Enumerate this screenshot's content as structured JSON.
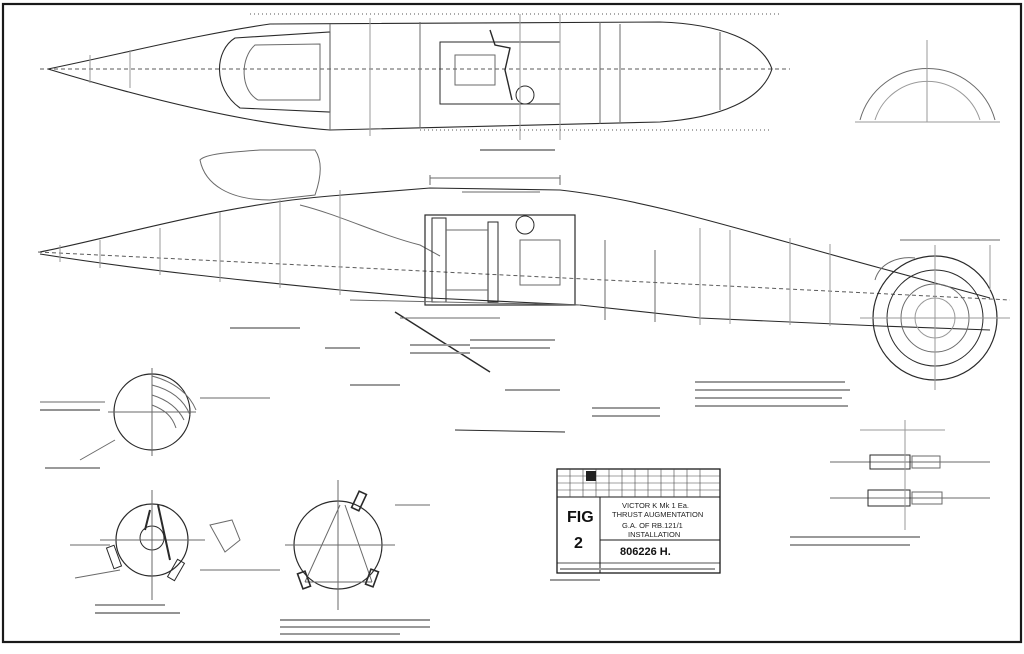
{
  "title_block": {
    "fig_label": "FIG",
    "fig_number": "2",
    "company": "VICTOR K Mk 1 Ea.",
    "subject": "THRUST AUGMENTATION",
    "ga_line": "G.A. OF RB.121/1",
    "installation": "INSTALLATION",
    "drawing_number": "806226 H."
  }
}
